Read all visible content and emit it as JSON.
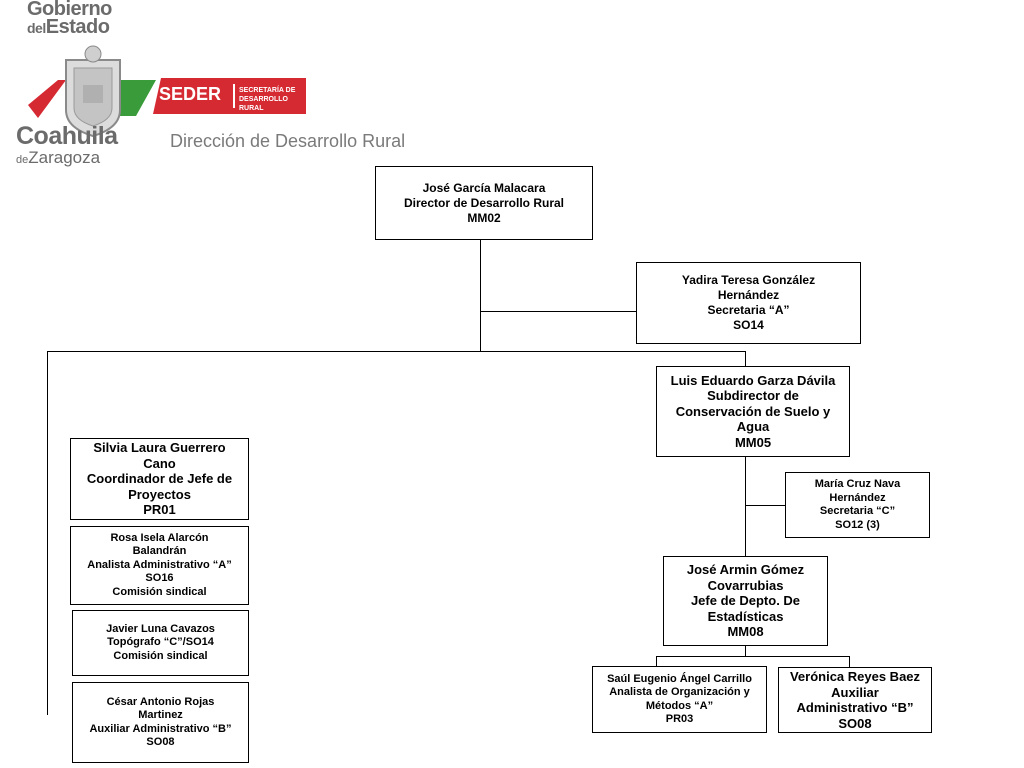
{
  "header": {
    "gov_line1": "Gobierno",
    "gov_line2a": "del",
    "gov_line2b": "Estado",
    "state_name": "Coahuila",
    "state_sub_prefix": "de",
    "state_sub": "Zaragoza",
    "seder_label": "SEDER",
    "seder_sub1": "SECRETARÍA DE",
    "seder_sub2": "DESARROLLO RURAL",
    "page_title": "Dirección de Desarrollo Rural"
  },
  "colors": {
    "brand_red": "#d62a33",
    "brand_green": "#3a9b3a",
    "logo_gray": "#6b6b6b"
  },
  "org": {
    "director": {
      "name": "José García Malacara",
      "role": "Director de Desarrollo Rural",
      "code": "MM02"
    },
    "secretaria_a": {
      "name1": "Yadira Teresa González",
      "name2": "Hernández",
      "role": "Secretaria “A”",
      "code": "SO14"
    },
    "subdirector": {
      "name": "Luis Eduardo Garza Dávila",
      "role1": "Subdirector de",
      "role2": "Conservación de Suelo y",
      "role3": "Agua",
      "code": "MM05"
    },
    "coordinador": {
      "name1": "Silvia Laura Guerrero",
      "name2": "Cano",
      "role1": "Coordinador de Jefe de",
      "role2": "Proyectos",
      "code": "PR01"
    },
    "analista_a": {
      "name1": "Rosa Isela Alarcón",
      "name2": "Balandrán",
      "role": "Analista Administrativo “A”",
      "code": "SO16",
      "note": "Comisión sindical"
    },
    "topografo": {
      "name": "Javier Luna Cavazos",
      "role_code": "Topógrafo “C”/SO14",
      "note": "Comisión sindical"
    },
    "auxiliar_b_left": {
      "name1": "César Antonio Rojas",
      "name2": "Martinez",
      "role": "Auxiliar  Administrativo “B”",
      "code": "SO08"
    },
    "secretaria_c": {
      "name1": "María Cruz Nava",
      "name2": "Hernández",
      "role": "Secretaria “C”",
      "code": "SO12 (3)"
    },
    "jefe_depto": {
      "name1": "José Armin Gómez",
      "name2": "Covarrubias",
      "role1": "Jefe de Depto. De",
      "role2": "Estadísticas",
      "code": "MM08"
    },
    "analista_org": {
      "name": "Saúl Eugenio Ángel Carrillo",
      "role1": "Analista de Organización y",
      "role2": "Métodos “A”",
      "code": "PR03"
    },
    "auxiliar_b_right": {
      "name": "Verónica Reyes Baez",
      "role1": "Auxiliar",
      "role2": "Administrativo “B”",
      "code": "SO08"
    }
  }
}
